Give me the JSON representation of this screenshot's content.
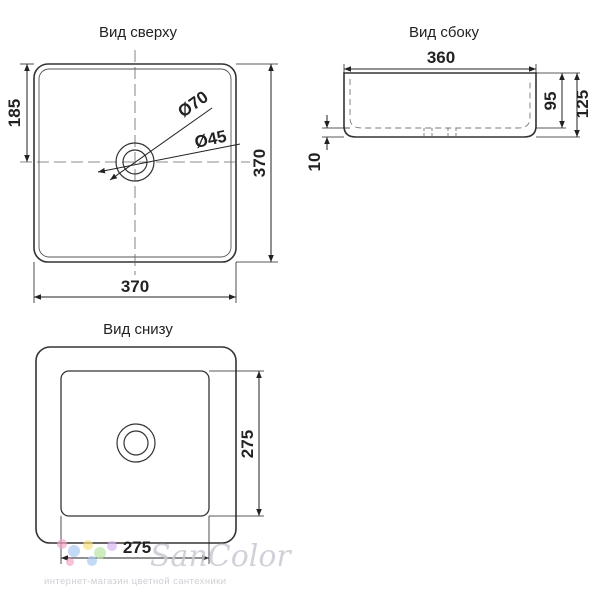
{
  "views": {
    "top": {
      "title": "Вид сверху"
    },
    "side": {
      "title": "Вид сбоку"
    },
    "bottom": {
      "title": "Вид снизу"
    }
  },
  "dimensions": {
    "top_width": "370",
    "top_height": "370",
    "top_offset": "185",
    "outer_diameter": "Ø70",
    "inner_diameter": "Ø45",
    "side_width": "360",
    "side_inner_height": "95",
    "side_total_height": "125",
    "side_base": "10",
    "bottom_width": "275",
    "bottom_height": "275"
  },
  "watermark": {
    "logo": "SanColor",
    "tagline": "интернет-магазин цветной сантехники",
    "dot_colors": [
      "#f4a6c8",
      "#a8c8f0",
      "#f6e27a",
      "#b9e3a2",
      "#d8b4f0"
    ]
  }
}
